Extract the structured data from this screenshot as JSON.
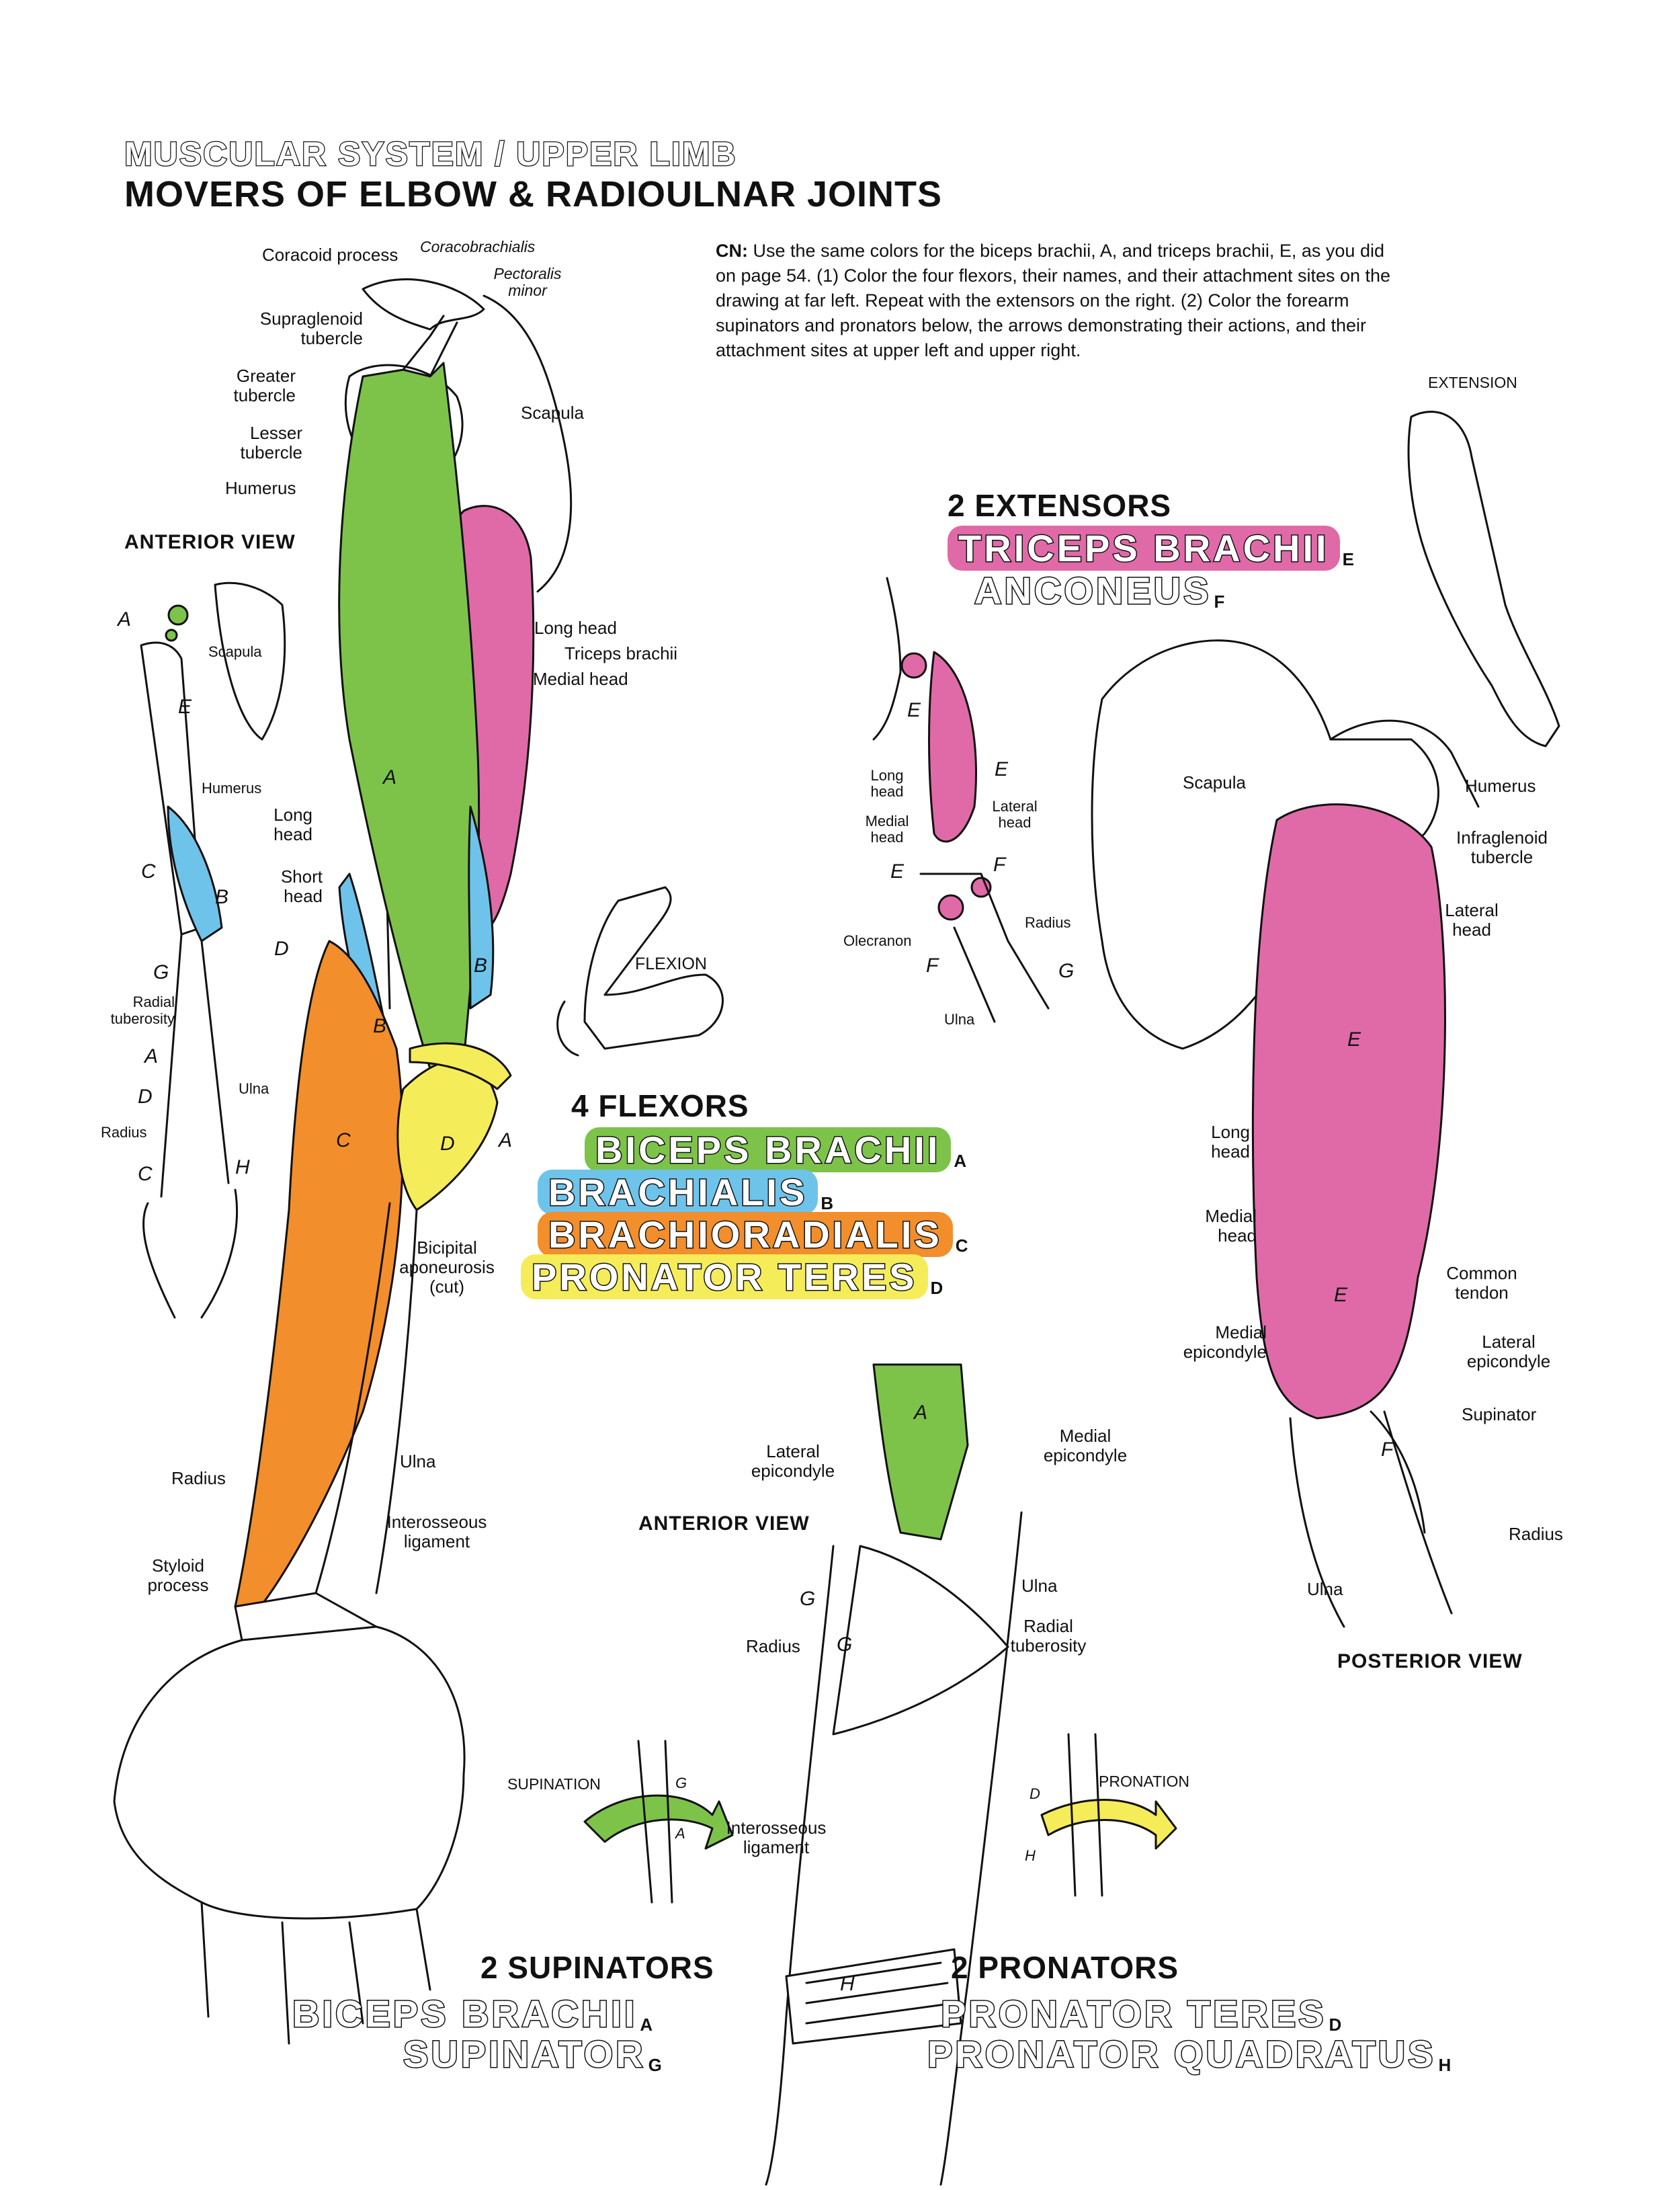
{
  "header": {
    "section": "MUSCULAR SYSTEM / UPPER LIMB",
    "title": "MOVERS OF ELBOW & RADIOULNAR JOINTS"
  },
  "instructions": {
    "prefix": "CN:",
    "text": "Use the same colors for the biceps brachii, A, and triceps brachii, E, as you did on page 54. (1) Color the four flexors, their names, and their attachment sites on the drawing at far left. Repeat with the extensors on the right. (2) Color the forearm supinators and pronators below, the arrows demonstrating their actions, and their attachment sites at upper left and upper right."
  },
  "colors": {
    "biceps": "#7dc34a",
    "brachialis": "#6ec3ea",
    "brachioradialis": "#f28e2b",
    "pronator_teres": "#f5ec5a",
    "triceps": "#e06aa8",
    "ink": "#111111"
  },
  "views": {
    "anterior_main": "ANTERIOR VIEW",
    "anterior_forearm": "ANTERIOR VIEW",
    "posterior": "POSTERIOR VIEW",
    "extension": "EXTENSION",
    "flexion": "FLEXION",
    "supination": "SUPINATION",
    "pronation": "PRONATION"
  },
  "extensors": {
    "heading": "2 EXTENSORS",
    "items": [
      {
        "name": "TRICEPS BRACHII",
        "letter": "E"
      },
      {
        "name": "ANCONEUS",
        "letter": "F"
      }
    ]
  },
  "flexors": {
    "heading": "4 FLEXORS",
    "items": [
      {
        "name": "BICEPS BRACHII",
        "letter": "A"
      },
      {
        "name": "BRACHIALIS",
        "letter": "B"
      },
      {
        "name": "BRACHIORADIALIS",
        "letter": "C"
      },
      {
        "name": "PRONATOR TERES",
        "letter": "D"
      }
    ]
  },
  "supinators": {
    "heading": "2 SUPINATORS",
    "items": [
      {
        "name": "BICEPS BRACHII",
        "letter": "A"
      },
      {
        "name": "SUPINATOR",
        "letter": "G"
      }
    ]
  },
  "pronators": {
    "heading": "2 PRONATORS",
    "items": [
      {
        "name": "PRONATOR TERES",
        "letter": "D"
      },
      {
        "name": "PRONATOR QUADRATUS",
        "letter": "H"
      }
    ]
  },
  "labels_main": {
    "coracoid_process": "Coracoid process",
    "coracobrachialis": "Coracobrachialis",
    "pectoralis_minor": "Pectoralis minor",
    "supraglenoid_tubercle": "Supraglenoid tubercle",
    "greater_tubercle": "Greater tubercle",
    "lesser_tubercle": "Lesser tubercle",
    "humerus": "Humerus",
    "scapula": "Scapula",
    "long_head": "Long head",
    "triceps_brachii": "Triceps brachii",
    "medial_head": "Medial head",
    "long_head_biceps": "Long head",
    "short_head": "Short head",
    "bicipital_aponeurosis": "Bicipital aponeurosis (cut)",
    "radius": "Radius",
    "ulna": "Ulna",
    "interosseous_ligament": "Interosseous ligament",
    "styloid_process": "Styloid process"
  },
  "labels_small_left": {
    "scapula": "Scapula",
    "humerus": "Humerus",
    "radial_tuberosity": "Radial tuberosity",
    "ulna": "Ulna",
    "radius": "Radius"
  },
  "labels_elbow_posterior": {
    "long_head": "Long head",
    "medial_head": "Medial head",
    "lateral_head": "Lateral head",
    "olecranon": "Olecranon",
    "radius": "Radius",
    "ulna": "Ulna"
  },
  "labels_posterior": {
    "scapula": "Scapula",
    "humerus": "Humerus",
    "infraglenoid_tubercle": "Infraglenoid tubercle",
    "lateral_head": "Lateral head",
    "long_head": "Long head",
    "medial_head": "Medial head",
    "common_tendon": "Common tendon",
    "medial_epicondyle": "Medial epicondyle",
    "lateral_epicondyle": "Lateral epicondyle",
    "supinator": "Supinator",
    "radius": "Radius",
    "ulna": "Ulna"
  },
  "labels_forearm": {
    "lateral_epicondyle": "Lateral epicondyle",
    "medial_epicondyle": "Medial epicondyle",
    "ulna": "Ulna",
    "radial_tuberosity": "Radial tuberosity",
    "radius": "Radius",
    "interosseous_ligament": "Interosseous ligament"
  },
  "letters": {
    "a": "A",
    "b": "B",
    "c": "C",
    "d": "D",
    "e": "E",
    "f": "F",
    "g": "G",
    "h": "H"
  }
}
